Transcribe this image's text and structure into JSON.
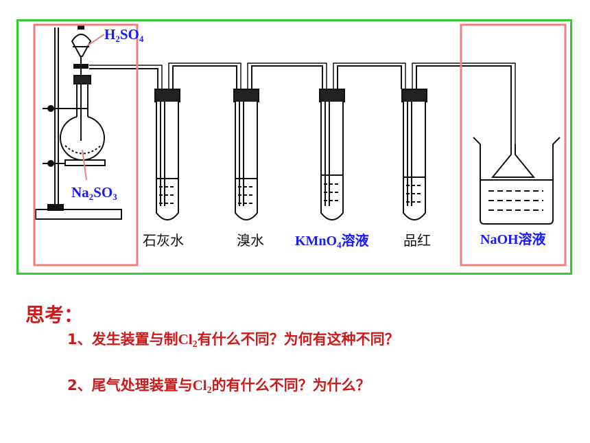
{
  "labels": {
    "acid_h": "H",
    "acid_sub1": "2",
    "acid_so": "SO",
    "acid_sub2": "4",
    "salt_na": "Na",
    "salt_sub1": "2",
    "salt_so": "SO",
    "salt_sub2": "3",
    "tube1": "石灰水",
    "tube2": "溴水",
    "tube3_pre": "KMnO",
    "tube3_sub": "4",
    "tube3_post": "溶液",
    "tube4": "品红",
    "beaker": "NaOH溶液"
  },
  "thinking": {
    "title": "思考：",
    "q1_pre": "1、发生装置与制",
    "q1_cl": "Cl",
    "q1_sub": "2",
    "q1_post": "有什么不同？为何有这种不同？",
    "q2_pre": "2、尾气处理装置与",
    "q2_cl": "Cl",
    "q2_sub": "2",
    "q2_post": "的有什么不同？为什么？"
  },
  "colors": {
    "frame_green": "#33cc33",
    "highlight_pink": "#f08080",
    "label_blue": "#1a1aff",
    "question_red": "#cc1a1a"
  }
}
